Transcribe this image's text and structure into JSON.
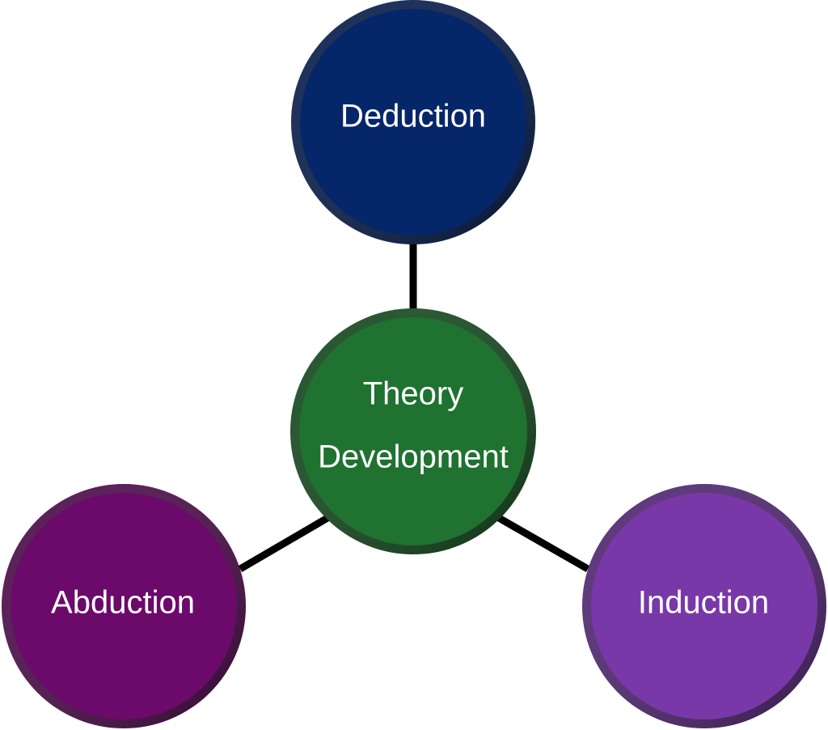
{
  "diagram": {
    "center": {
      "id": "theory",
      "lines": [
        "Theory",
        "Development"
      ],
      "color": "#1F7230",
      "rim": "#12461C"
    },
    "nodes": [
      {
        "id": "deduction",
        "label": "Deduction",
        "color": "#06266A",
        "rim": "#041A48"
      },
      {
        "id": "abduction",
        "label": "Abduction",
        "color": "#6B0A6A",
        "rim": "#4A0848"
      },
      {
        "id": "induction",
        "label": "Induction",
        "color": "#7838A8",
        "rim": "#4E2470"
      }
    ],
    "edges": [
      {
        "from": "theory",
        "to": "deduction"
      },
      {
        "from": "theory",
        "to": "abduction"
      },
      {
        "from": "theory",
        "to": "induction"
      }
    ],
    "connector_color": "#000000"
  }
}
